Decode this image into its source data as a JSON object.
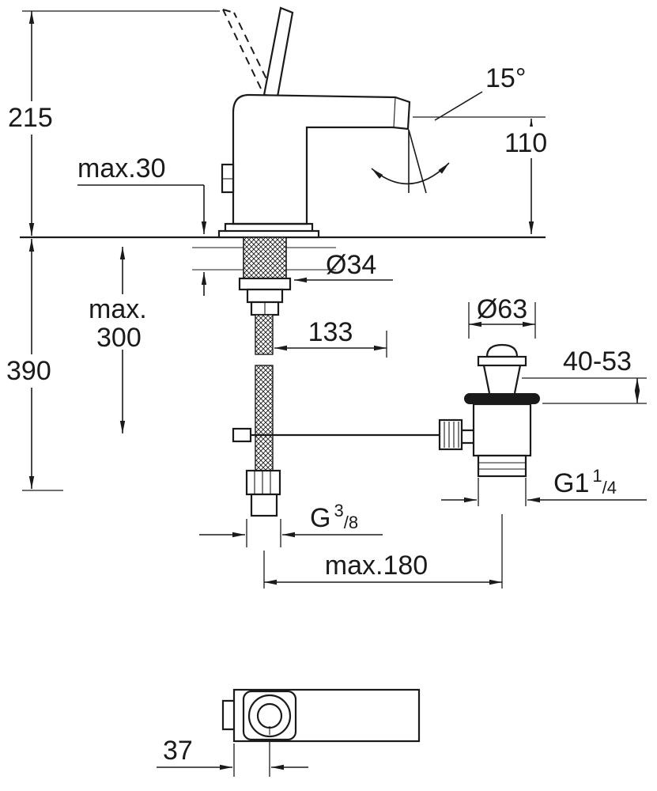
{
  "drawing": {
    "background": "#ffffff",
    "line_color": "#1a1a1a",
    "dimensions": {
      "total_height": "215",
      "max_deck_thickness": "max.30",
      "spray_angle": "15°",
      "spout_height": "110",
      "hole_diameter": "Ø34",
      "hose_length_line1": "max.",
      "hose_length_line2": "300",
      "below_deck_depth": "390",
      "spout_reach": "133",
      "waste_flange_diameter": "Ø63",
      "clamping_range": "40-53",
      "waste_thread": {
        "base": "G1",
        "sup": "1",
        "frac": "/4"
      },
      "supply_thread": {
        "base": "G",
        "sup": "3",
        "frac": "/8"
      },
      "max_rod_distance": "max.180",
      "handle_center_offset": "37"
    }
  }
}
